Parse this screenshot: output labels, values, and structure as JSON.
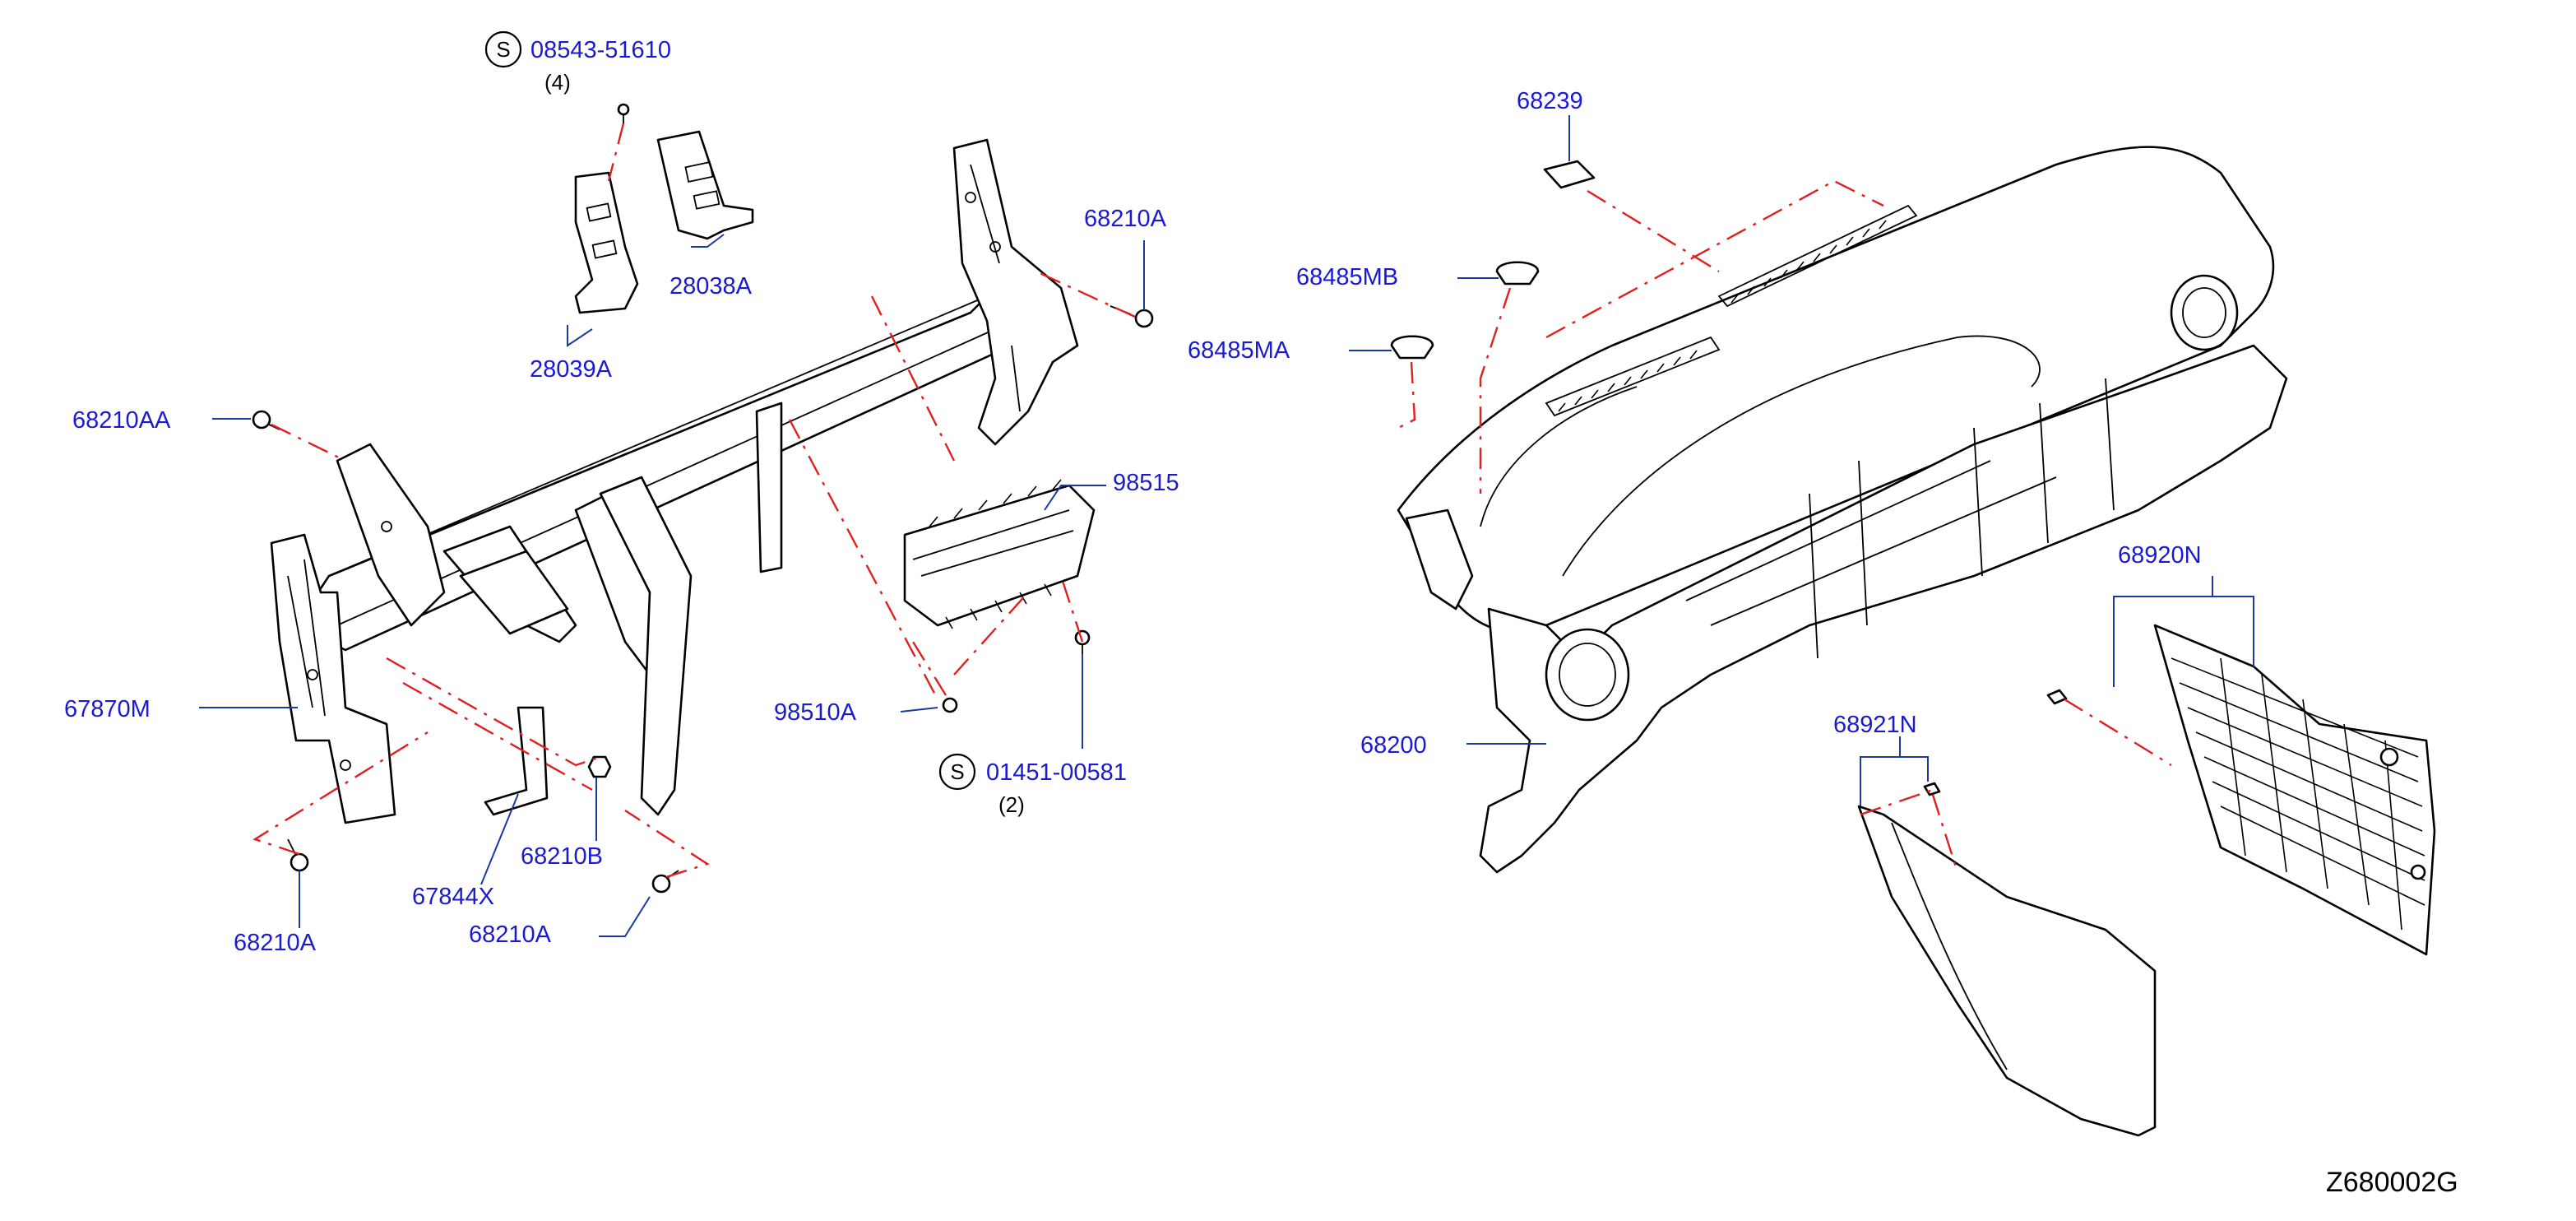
{
  "diagram": {
    "figure_code": "Z680002G",
    "callouts": [
      {
        "id": "c1",
        "part_no": "08543-51610",
        "standard_symbol": "S",
        "qty": "(4)"
      },
      {
        "id": "c2",
        "part_no": "28038A"
      },
      {
        "id": "c3",
        "part_no": "28039A"
      },
      {
        "id": "c4",
        "part_no": "68210A"
      },
      {
        "id": "c5",
        "part_no": "68210AA"
      },
      {
        "id": "c6",
        "part_no": "98515"
      },
      {
        "id": "c7",
        "part_no": "67870M"
      },
      {
        "id": "c8",
        "part_no": "98510A"
      },
      {
        "id": "c9",
        "part_no": "01451-00581",
        "standard_symbol": "S",
        "qty": "(2)"
      },
      {
        "id": "c10",
        "part_no": "68210B"
      },
      {
        "id": "c11",
        "part_no": "67844X"
      },
      {
        "id": "c12",
        "part_no": "68210A"
      },
      {
        "id": "c13",
        "part_no": "68210A"
      },
      {
        "id": "c14",
        "part_no": "68239"
      },
      {
        "id": "c15",
        "part_no": "68485MB"
      },
      {
        "id": "c16",
        "part_no": "68485MA"
      },
      {
        "id": "c17",
        "part_no": "68920N"
      },
      {
        "id": "c18",
        "part_no": "68921N"
      },
      {
        "id": "c19",
        "part_no": "68200"
      }
    ],
    "colors": {
      "label": "#1a1ad0",
      "leader": "#1a3aa0",
      "phantom_line": "#e02020",
      "part_outline": "#000000"
    }
  }
}
